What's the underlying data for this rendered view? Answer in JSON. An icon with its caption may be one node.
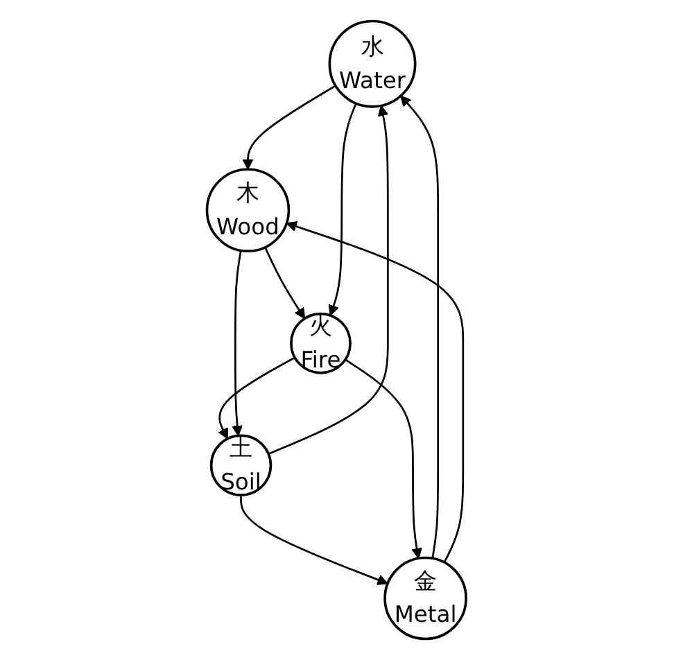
{
  "diagram": {
    "nodes": [
      {
        "text": [
          "水",
          "Water"
        ]
      },
      {
        "text": [
          "金",
          "Metal"
        ]
      },
      {
        "text": [
          "木",
          "Wood"
        ]
      },
      {
        "text": [
          "土",
          "Soil"
        ]
      },
      {
        "text": [
          "火",
          "Fire"
        ]
      }
    ],
    "edges": [
      {
        "from": 0,
        "to": 2,
        "arrow": "to"
      },
      {
        "from": 2,
        "to": 4,
        "arrow": "to"
      },
      {
        "from": 4,
        "to": 3,
        "arrow": "to"
      },
      {
        "from": 3,
        "to": 1,
        "arrow": "to"
      },
      {
        "from": 1,
        "to": 0,
        "arrow": "to"
      },
      {
        "from": 1,
        "to": 2,
        "arrow": "to"
      },
      {
        "from": 2,
        "to": 3,
        "arrow": "to"
      },
      {
        "from": 3,
        "to": 0,
        "arrow": "to"
      },
      {
        "from": 0,
        "to": 4,
        "arrow": "to"
      },
      {
        "from": 4,
        "to": 1,
        "arrow": "to"
      }
    ]
  }
}
